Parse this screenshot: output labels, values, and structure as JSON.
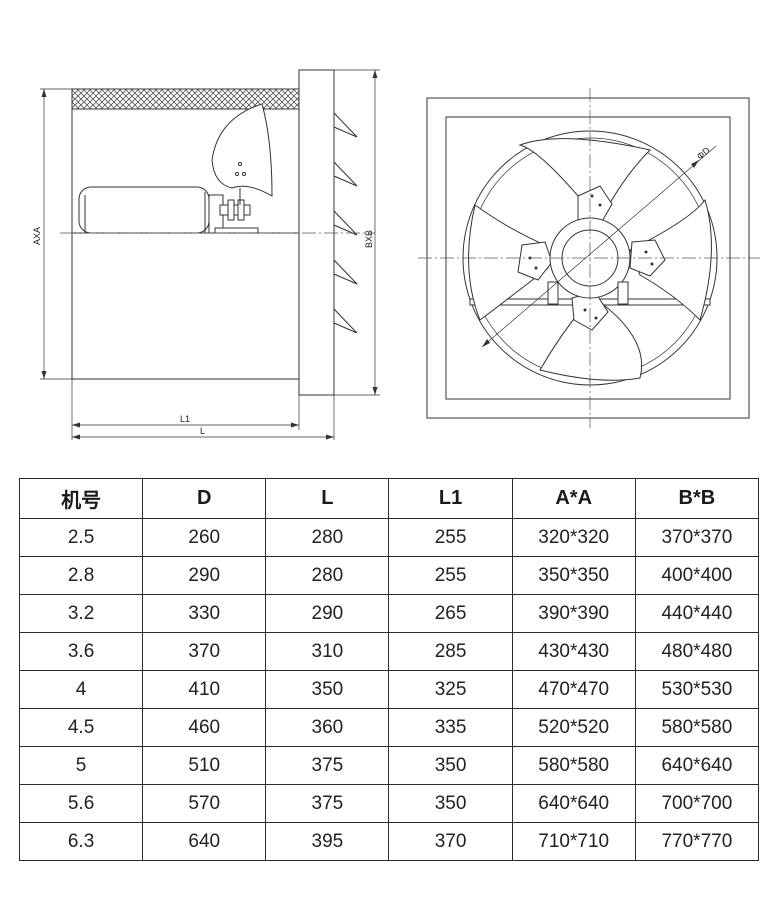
{
  "drawing": {
    "side_view": {
      "dim_axa": "AXA",
      "dim_bxb": "BXB",
      "dim_l1": "L1",
      "dim_l": "L"
    },
    "front_view": {
      "dim_diameter": "ΦD"
    }
  },
  "table": {
    "headers": [
      "机号",
      "D",
      "L",
      "L1",
      "A*A",
      "B*B"
    ],
    "rows": [
      [
        "2.5",
        "260",
        "280",
        "255",
        "320*320",
        "370*370"
      ],
      [
        "2.8",
        "290",
        "280",
        "255",
        "350*350",
        "400*400"
      ],
      [
        "3.2",
        "330",
        "290",
        "265",
        "390*390",
        "440*440"
      ],
      [
        "3.6",
        "370",
        "310",
        "285",
        "430*430",
        "480*480"
      ],
      [
        "4",
        "410",
        "350",
        "325",
        "470*470",
        "530*530"
      ],
      [
        "4.5",
        "460",
        "360",
        "335",
        "520*520",
        "580*580"
      ],
      [
        "5",
        "510",
        "375",
        "350",
        "580*580",
        "640*640"
      ],
      [
        "5.6",
        "570",
        "375",
        "350",
        "640*640",
        "700*700"
      ],
      [
        "6.3",
        "640",
        "395",
        "370",
        "710*710",
        "770*770"
      ]
    ]
  }
}
